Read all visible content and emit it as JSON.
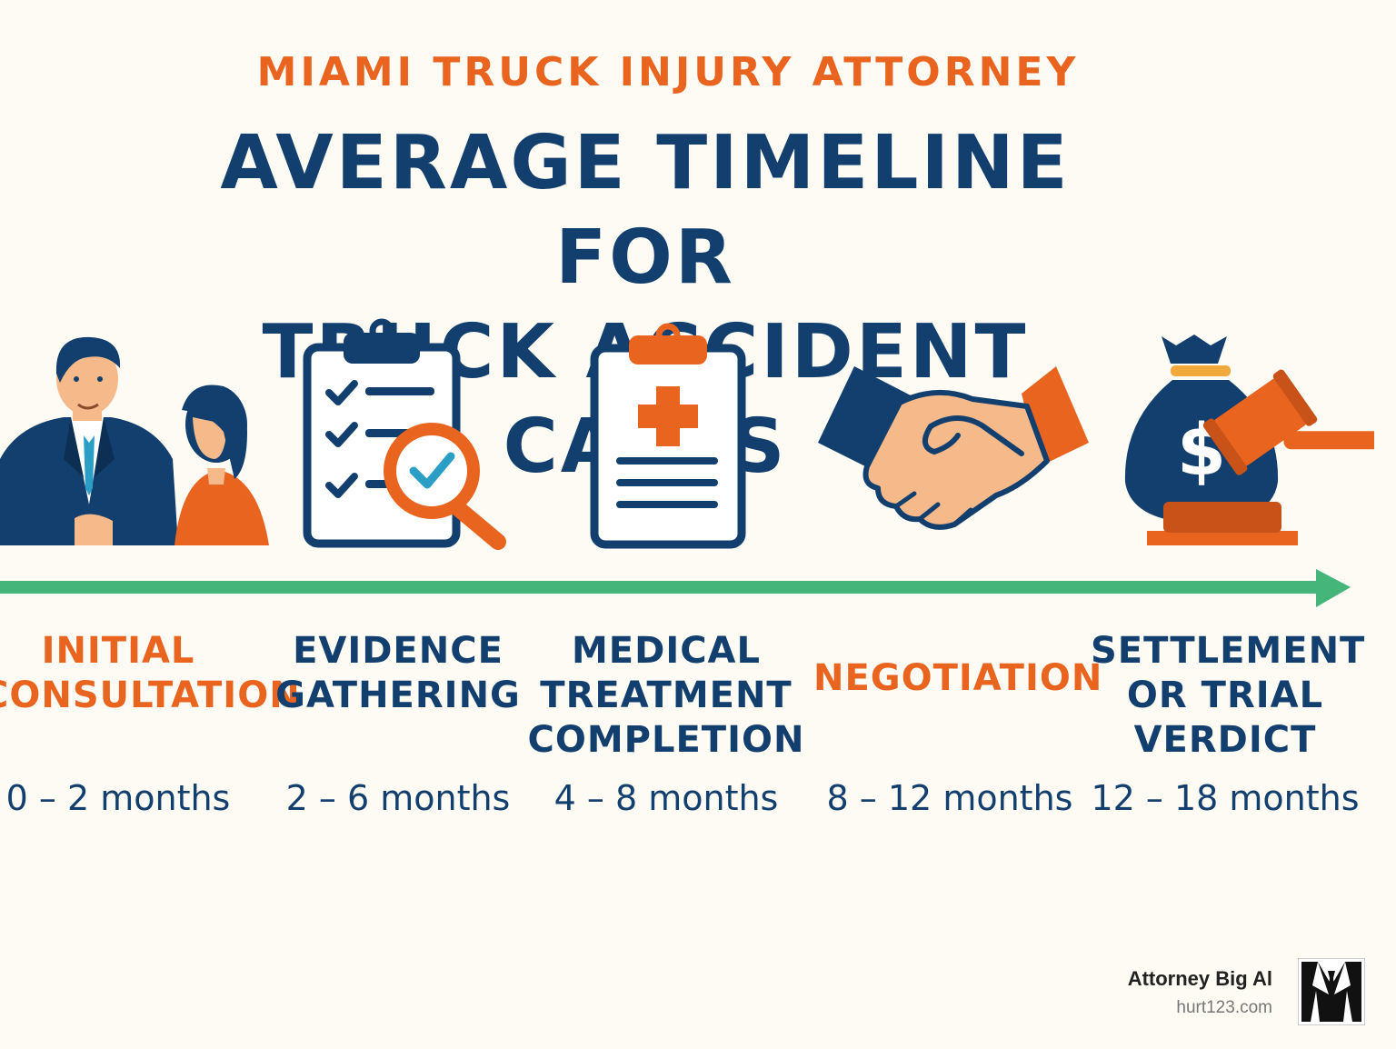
{
  "header": {
    "subtitle": "MIAMI TRUCK INJURY ATTORNEY",
    "title_line1": "AVERAGE TIMELINE FOR",
    "title_line2": "TRUCK ACCIDENT CASES"
  },
  "colors": {
    "orange": "#e8641f",
    "navy": "#123f6e",
    "green": "#45b57a",
    "skin": "#f6b98a",
    "background": "#fdfbf4"
  },
  "steps": [
    {
      "icon": "consultation-people-icon",
      "lines": [
        "INITIAL",
        "CONSULTATION"
      ],
      "color": "orange",
      "duration": "0 – 2 months"
    },
    {
      "icon": "checklist-magnifier-icon",
      "lines": [
        "EVIDENCE",
        "GATHERING"
      ],
      "color": "navy",
      "duration": "2 – 6 months"
    },
    {
      "icon": "medical-clipboard-icon",
      "lines": [
        "MEDICAL",
        "TREATMENT",
        "COMPLETION"
      ],
      "color": "navy",
      "duration": "4 – 8 months"
    },
    {
      "icon": "handshake-icon",
      "lines": [
        "NEGOTIATION"
      ],
      "color": "orange",
      "duration": "8 – 12 months"
    },
    {
      "icon": "money-bag-gavel-icon",
      "lines": [
        "SETTLEMENT",
        "OR TRIAL",
        "VERDICT"
      ],
      "color": "navy",
      "duration": "12 – 18 months"
    }
  ],
  "footer": {
    "brand": "Attorney Big Al",
    "url": "hurt123.com"
  }
}
